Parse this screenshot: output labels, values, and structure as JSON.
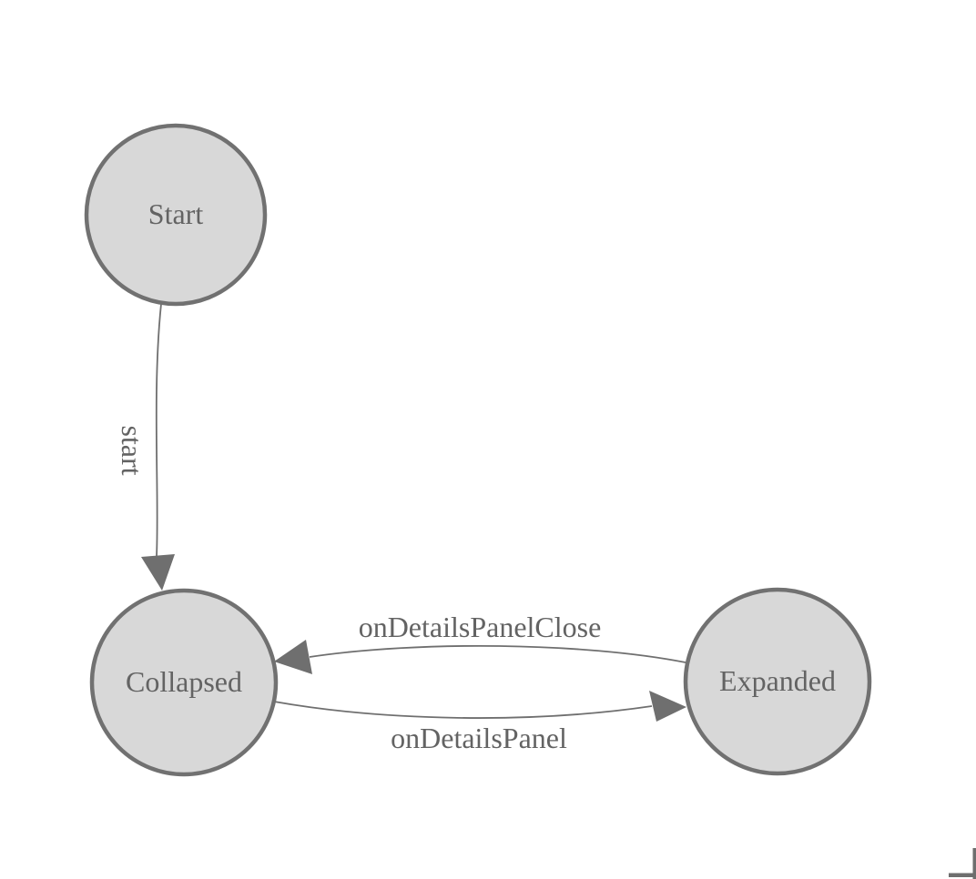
{
  "diagram": {
    "type": "state-machine",
    "nodes": [
      {
        "id": "start",
        "label": "Start"
      },
      {
        "id": "collapsed",
        "label": "Collapsed"
      },
      {
        "id": "expanded",
        "label": "Expanded"
      }
    ],
    "edges": [
      {
        "id": "start-transition",
        "label": "start",
        "from": "Start",
        "to": "Collapsed"
      },
      {
        "id": "on-details-panel-close",
        "label": "onDetailsPanelClose",
        "from": "Expanded",
        "to": "Collapsed"
      },
      {
        "id": "on-details-panel",
        "label": "onDetailsPanel",
        "from": "Collapsed",
        "to": "Expanded"
      }
    ],
    "colors": {
      "background": "#ffffff",
      "node_fill": "#d8d8d8",
      "node_stroke": "#717171",
      "edge_stroke": "#6f6f6f",
      "arrow_fill": "#6f6f6f",
      "label_color": "#636363",
      "corner_mark": "#6e6e6e"
    }
  }
}
